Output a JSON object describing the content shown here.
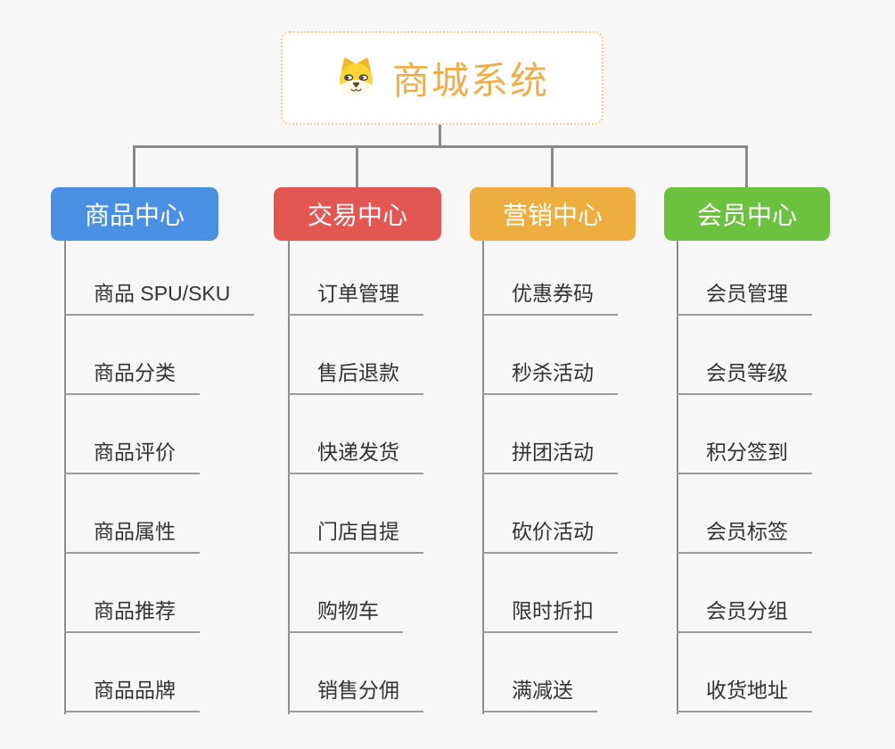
{
  "background_color": "#F7F7F7",
  "line_color": "#8A8A8A",
  "root": {
    "label": "商城系统",
    "icon": "dog-icon",
    "text_color": "#F0AE4B",
    "border_color": "#F6CD8B"
  },
  "branches": [
    {
      "id": "product-center",
      "label": "商品中心",
      "color": "#4A90E2",
      "children": [
        "商品 SPU/SKU",
        "商品分类",
        "商品评价",
        "商品属性",
        "商品推荐",
        "商品品牌"
      ]
    },
    {
      "id": "trade-center",
      "label": "交易中心",
      "color": "#E25753",
      "children": [
        "订单管理",
        "售后退款",
        "快递发货",
        "门店自提",
        "购物车",
        "销售分佣"
      ]
    },
    {
      "id": "marketing-center",
      "label": "营销中心",
      "color": "#EDAD3F",
      "children": [
        "优惠券码",
        "秒杀活动",
        "拼团活动",
        "砍价活动",
        "限时折扣",
        "满减送"
      ]
    },
    {
      "id": "member-center",
      "label": "会员中心",
      "color": "#6CC13F",
      "children": [
        "会员管理",
        "会员等级",
        "积分签到",
        "会员标签",
        "会员分组",
        "收货地址"
      ]
    }
  ]
}
